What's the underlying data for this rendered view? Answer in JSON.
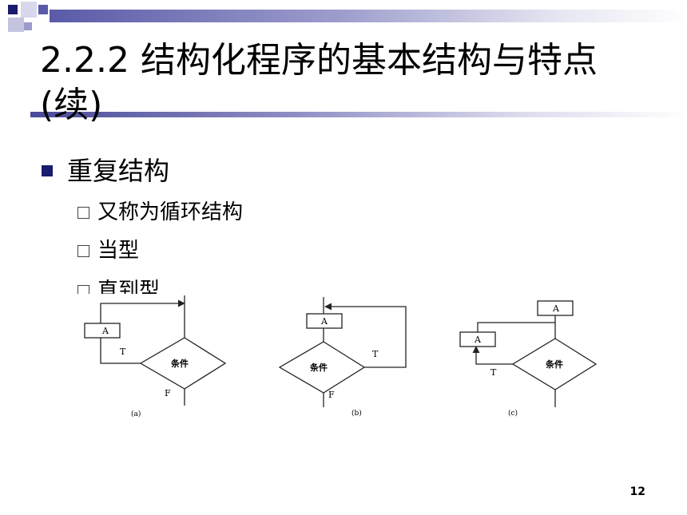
{
  "slide": {
    "title": "2.2.2 结构化程序的基本结构与特点(续)",
    "bullet": "重复结构",
    "sub_items": [
      "又称为循环结构",
      "当型",
      "直到型"
    ],
    "page_number": "12"
  },
  "diagram": {
    "box_label": "A",
    "condition_label": "条件",
    "true_label": "T",
    "false_label": "F",
    "captions": [
      "(a)",
      "(b)",
      "(c)"
    ]
  },
  "colors": {
    "accent_dark": "#1a1a6e",
    "accent_mid": "#5a5aa8",
    "accent_light": "#9c9ccc"
  }
}
